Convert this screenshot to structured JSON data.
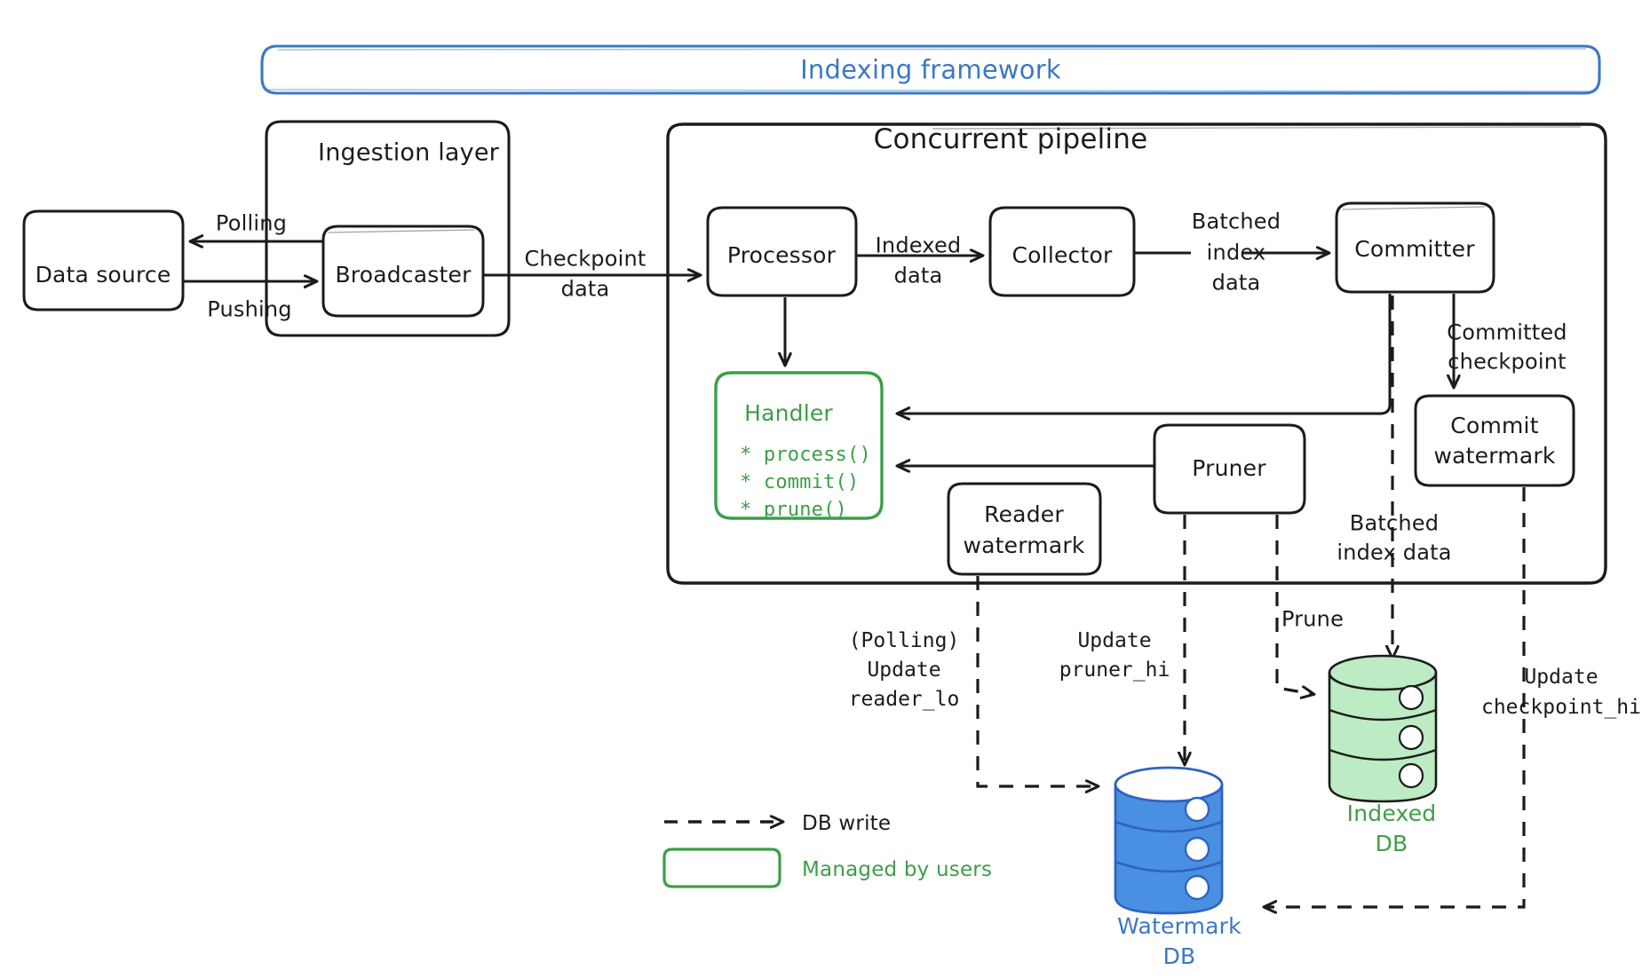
{
  "diagram": {
    "title": "Indexing framework",
    "accent_blue": "#3b78c3",
    "accent_green": "#3d9e47",
    "ink": "#1b1b1b"
  },
  "groups": {
    "framework": {
      "label": "Indexing framework"
    },
    "ingestion": {
      "label": "Ingestion layer"
    },
    "pipeline": {
      "label": "Concurrent pipeline"
    }
  },
  "nodes": {
    "data_source": {
      "label": "Data source"
    },
    "broadcaster": {
      "label": "Broadcaster"
    },
    "processor": {
      "label": "Processor"
    },
    "collector": {
      "label": "Collector"
    },
    "committer": {
      "label": "Committer"
    },
    "commit_watermark": {
      "label_line1": "Commit",
      "label_line2": "watermark"
    },
    "reader_watermark": {
      "label_line1": "Reader",
      "label_line2": "watermark"
    },
    "pruner": {
      "label": "Pruner"
    },
    "handler": {
      "title": "Handler",
      "methods": [
        "* process()",
        "* commit()",
        "* prune()"
      ]
    }
  },
  "databases": {
    "indexed": {
      "label_line1": "Indexed",
      "label_line2": "DB",
      "color": "#3d9e47",
      "fill": "#bdebc3"
    },
    "watermark": {
      "label_line1": "Watermark",
      "label_line2": "DB",
      "color": "#2f62c4",
      "fill": "#4a90e2"
    }
  },
  "edge_labels": {
    "polling": "Polling",
    "pushing": "Pushing",
    "checkpoint_data_1": "Checkpoint",
    "checkpoint_data_2": "data",
    "indexed_data_1": "Indexed",
    "indexed_data_2": "data",
    "batched_index_data_1": "Batched",
    "batched_index_data_2": "index",
    "batched_index_data_3": "data",
    "committed_checkpoint_1": "Committed",
    "committed_checkpoint_2": "checkpoint",
    "batched_index_data_b1": "Batched",
    "batched_index_data_b2": "index data",
    "prune": "Prune",
    "polling_update_1": "(Polling)",
    "polling_update_2": "Update",
    "polling_update_3": "reader_lo",
    "update_pruner_1": "Update",
    "update_pruner_2": "pruner_hi",
    "update_checkpoint_1": "Update",
    "update_checkpoint_2": "checkpoint_hi"
  },
  "legend": {
    "items": [
      {
        "key": "db-write",
        "label": "DB write",
        "style": "dashed-arrow",
        "color": "#1b1b1b"
      },
      {
        "key": "managed-by-users",
        "label": "Managed by users",
        "style": "green-rounded-box",
        "color": "#3d9e47"
      }
    ]
  }
}
